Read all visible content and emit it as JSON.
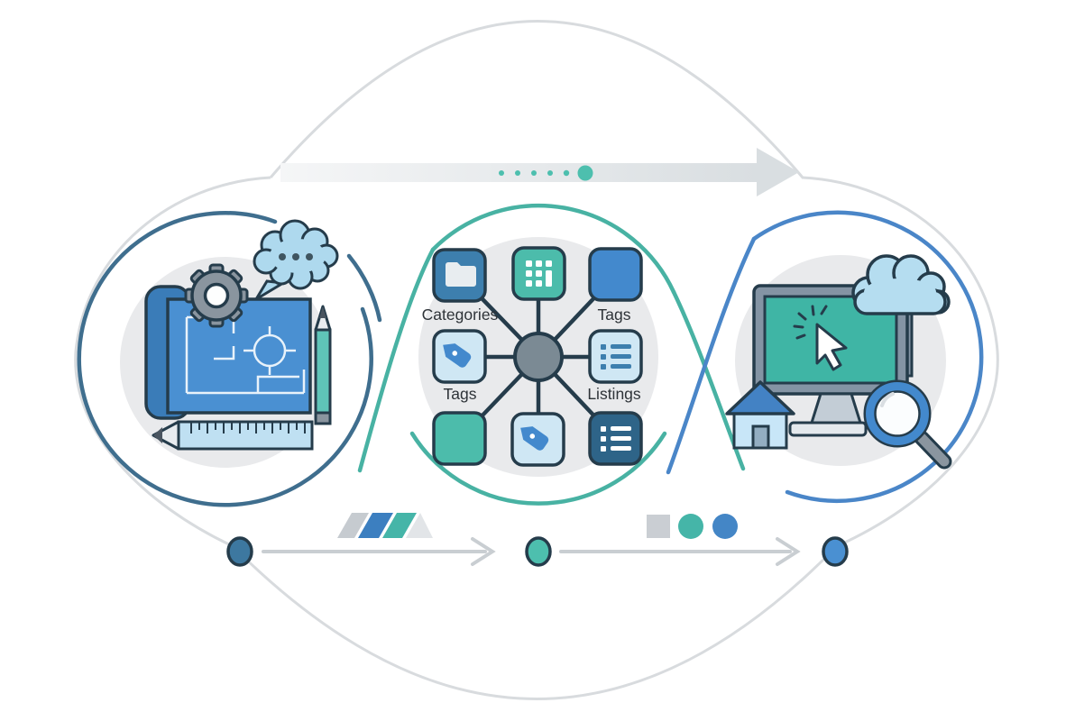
{
  "illustration": {
    "title": "listing-organization-workflow",
    "description": "Three-stage cloud illustration: planning blueprint, category/tag hub, published site"
  },
  "palette": {
    "outline_navy": "#253c4b",
    "ring_left": "#3f6e8e",
    "ring_middle": "#48b2a3",
    "ring_right": "#4a86c8",
    "steel_blue": "#3d7fae",
    "teal": "#4cbcab",
    "blue": "#4389cd",
    "light_blue": "#cfe7f4",
    "pale_blue": "#b5ddf0",
    "dark_tile_blue": "#2e6488",
    "hub_gray": "#7b8a94",
    "blob_gray": "#e9eaec",
    "arrow_gray": "#dfe3e6",
    "dot_teal": "#4dbfae",
    "dot_dark_blue": "#3d78a0",
    "dot_blue": "#4a90d2",
    "screen_teal": "#3fb5a5",
    "cloud_outline_gray": "#d8dbde"
  },
  "top_arrow": {
    "direction": "right",
    "small_dot_count": 5,
    "large_dot_count": 1
  },
  "stages": {
    "planning": {
      "icons": [
        "blueprint",
        "gear",
        "speech-bubble",
        "pencil",
        "ruler"
      ]
    },
    "organization": {
      "hub_tiles": [
        {
          "icon": "folder",
          "label": "Categories"
        },
        {
          "icon": "grid",
          "label": ""
        },
        {
          "icon": "solid-blue",
          "label": "Tags"
        },
        {
          "icon": "tag",
          "label": "Tags"
        },
        {
          "icon": "list",
          "label": "Listings"
        },
        {
          "icon": "solid-teal",
          "label": ""
        },
        {
          "icon": "tag",
          "label": ""
        },
        {
          "icon": "list-dark",
          "label": ""
        }
      ]
    },
    "publishing": {
      "icons": [
        "monitor",
        "cursor-click",
        "cloud",
        "house",
        "magnifier"
      ]
    }
  },
  "bottom_flow": {
    "dots": [
      {
        "color": "#3d78a0"
      },
      {
        "color": "#4dbfae"
      },
      {
        "color": "#4a90d2"
      }
    ],
    "stripe_colors": [
      "#c6cbd0",
      "#3c7fc0",
      "#45b5a8",
      "#e2e5e8"
    ],
    "shape_colors": [
      "#caced3",
      "#45b5a8",
      "#4486c6"
    ]
  }
}
